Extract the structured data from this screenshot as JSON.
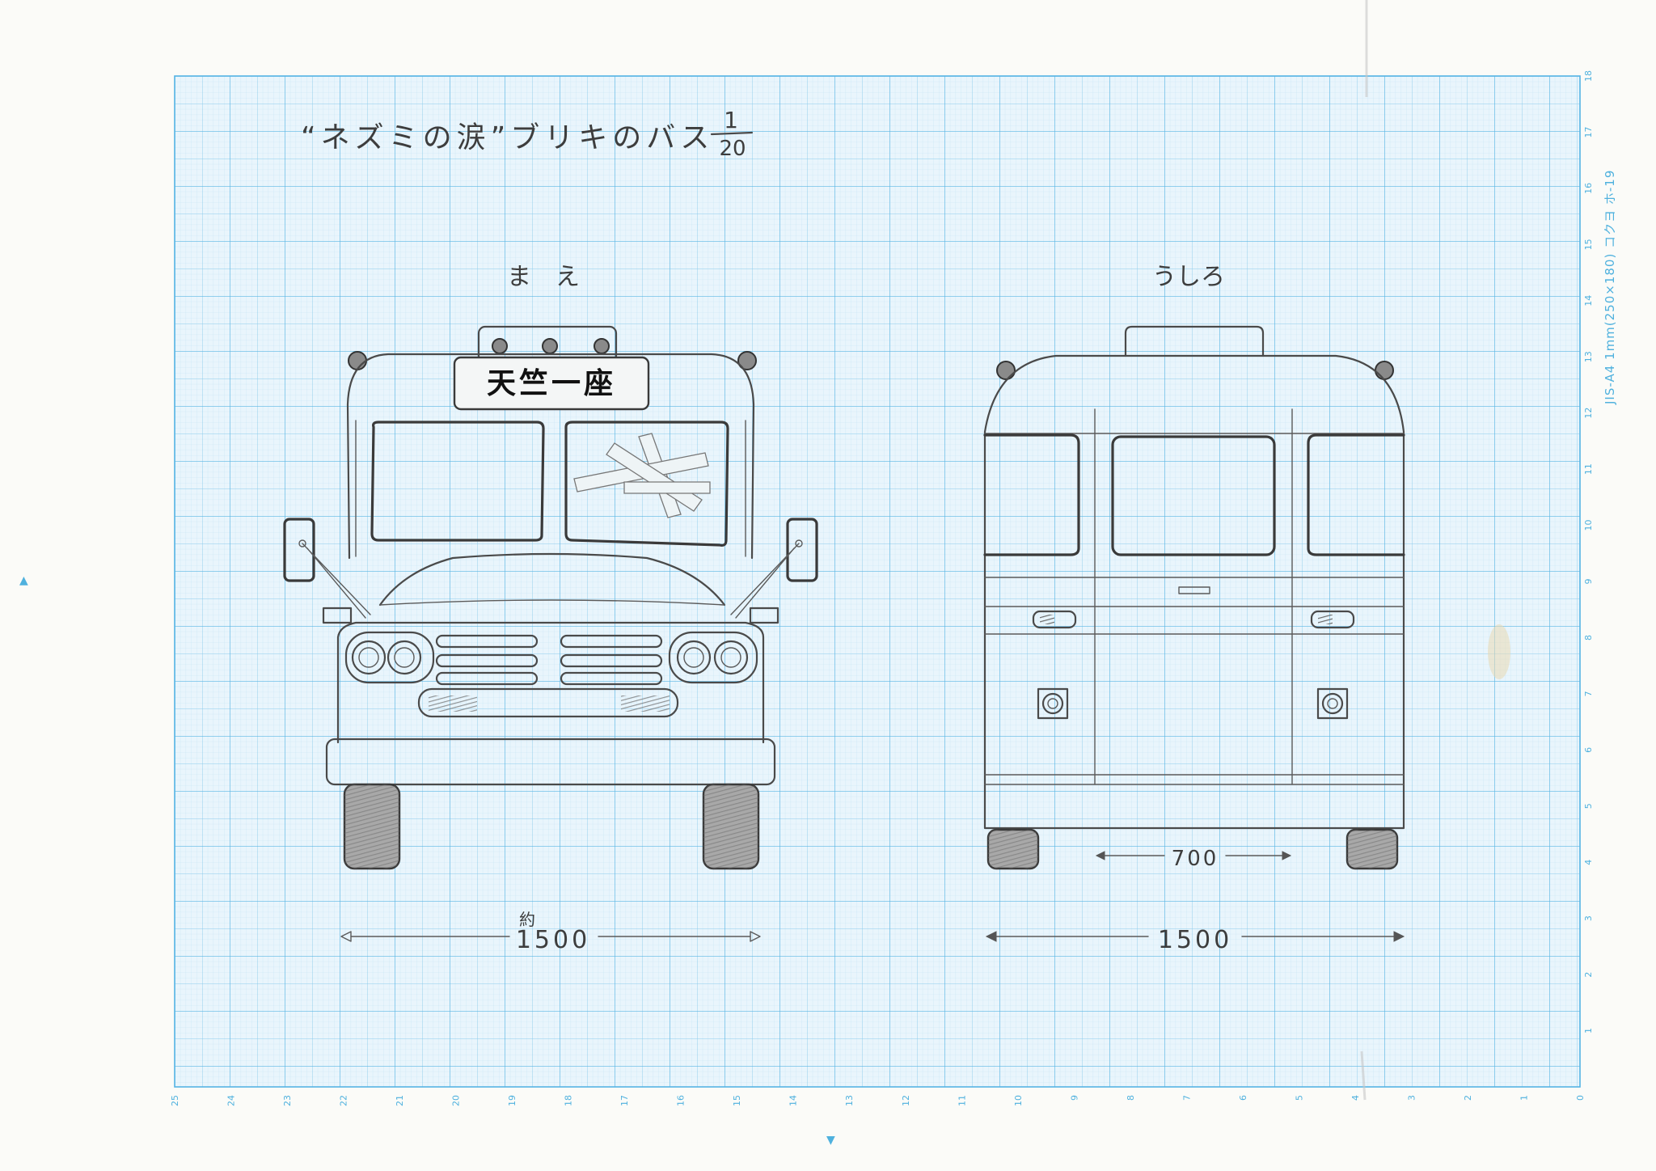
{
  "title": {
    "prefix": "“ネズミの涙”ブリキのバス",
    "scale_numerator": "1",
    "scale_denominator": "20"
  },
  "front_view": {
    "label": "ま　え",
    "sign": "天竺一座",
    "dimension_prefix": "約",
    "dimension": "1500"
  },
  "rear_view": {
    "label": "うしろ",
    "dimension_inner": "700",
    "dimension_outer": "1500"
  },
  "paper": {
    "margin_text": "JIS-A4 1mm(250×180) コクヨ ホ-19",
    "bottom_scale": [
      "25",
      "24",
      "23",
      "22",
      "21",
      "20",
      "19",
      "18",
      "17",
      "16",
      "15",
      "14",
      "13",
      "12",
      "11",
      "10",
      "9",
      "8",
      "7",
      "6",
      "5",
      "4",
      "3",
      "2",
      "1",
      "0"
    ],
    "right_scale": [
      "18",
      "17",
      "16",
      "15",
      "14",
      "13",
      "12",
      "11",
      "10",
      "9",
      "8",
      "7",
      "6",
      "5",
      "4",
      "3",
      "2",
      "1"
    ]
  },
  "colors": {
    "grid_major": "#56b4e4",
    "grid_minor": "#b9def2",
    "pencil": "#4a4a4a",
    "paper": "#e8f4fb"
  }
}
